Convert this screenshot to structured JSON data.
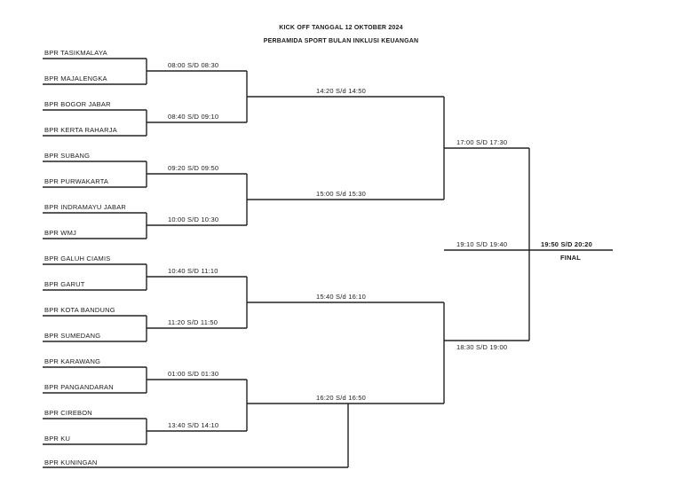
{
  "header": {
    "line1": "KICK OFF TANGGAL 12 OKTOBER 2024",
    "line2": "PERBAMIDA SPORT BULAN INKLUSI KEUANGAN"
  },
  "teams": [
    "BPR TASIKMALAYA",
    "BPR MAJALENGKA",
    "BPR BOGOR JABAR",
    "BPR KERTA RAHARJA",
    "BPR SUBANG",
    "BPR PURWAKARTA",
    "BPR INDRAMAYU JABAR",
    "BPR WMJ",
    "BPR GALUH CIAMIS",
    "BPR GARUT",
    "BPR KOTA BANDUNG",
    "BPR SUMEDANG",
    "BPR KARAWANG",
    "BPR PANGANDARAN",
    "BPR CIREBON",
    "BPR KU",
    "BPR KUNINGAN"
  ],
  "round1": [
    "08:00 S/D 08:30",
    "08:40 S/D 09:10",
    "09:20 S/D 09:50",
    "10:00 S/D 10:30",
    "10:40 S/D 11:10",
    "11:20 S/D 11:50",
    "01:00 S/D 01:30",
    "13:40 S/D 14:10"
  ],
  "round2": [
    "14:20 S/d 14:50",
    "15:00 S/d 15:30",
    "15:40 S/d 16:10",
    "16:20 S/d 16:50"
  ],
  "round3": [
    "17:00 S/D 17:30",
    "18:30 S/D 19:00"
  ],
  "third_place": "19:10 S/D 19:40",
  "final": {
    "time": "19:50 S/D 20:20",
    "label": "FINAL"
  }
}
